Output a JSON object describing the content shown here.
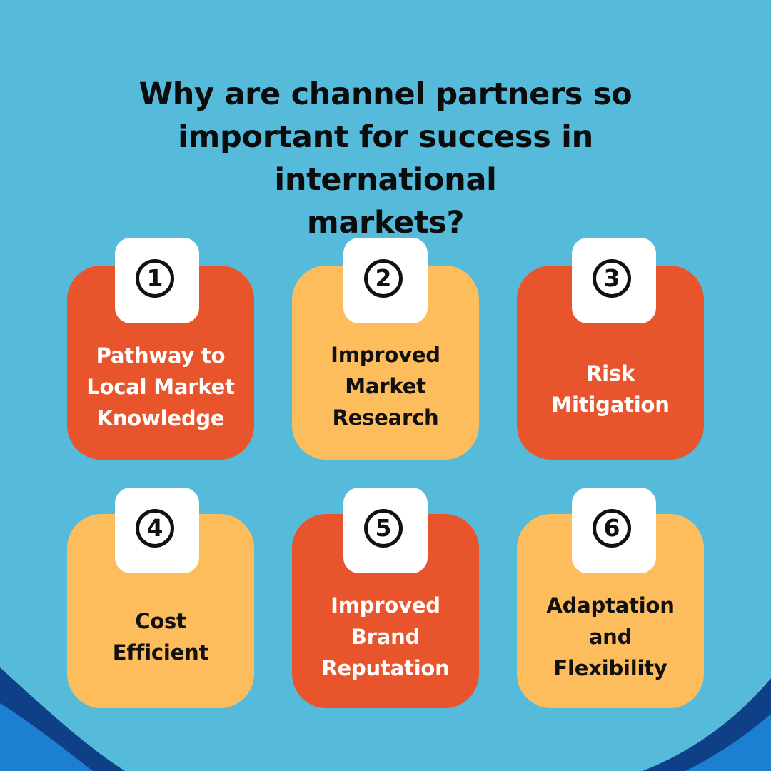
{
  "title": {
    "lines": [
      "Why are channel partners so",
      "important for success in international",
      "markets?"
    ]
  },
  "colors": {
    "background": "#56badb",
    "card_red": "#e8552d",
    "card_yellow": "#fdbd5c",
    "wave_dark": "#0f3f86",
    "wave_light": "#1d7fd0"
  },
  "cards": [
    {
      "number": "1",
      "lines": [
        "Pathway to",
        "Local Market",
        "Knowledge"
      ],
      "color": "red"
    },
    {
      "number": "2",
      "lines": [
        "Improved",
        "Market",
        "Research"
      ],
      "color": "yellow"
    },
    {
      "number": "3",
      "lines": [
        "Risk",
        "Mitigation"
      ],
      "color": "red"
    },
    {
      "number": "4",
      "lines": [
        "Cost",
        "Efficient"
      ],
      "color": "yellow"
    },
    {
      "number": "5",
      "lines": [
        "Improved",
        "Brand",
        "Reputation"
      ],
      "color": "red"
    },
    {
      "number": "6",
      "lines": [
        "Adaptation",
        "and",
        "Flexibility"
      ],
      "color": "yellow"
    }
  ]
}
